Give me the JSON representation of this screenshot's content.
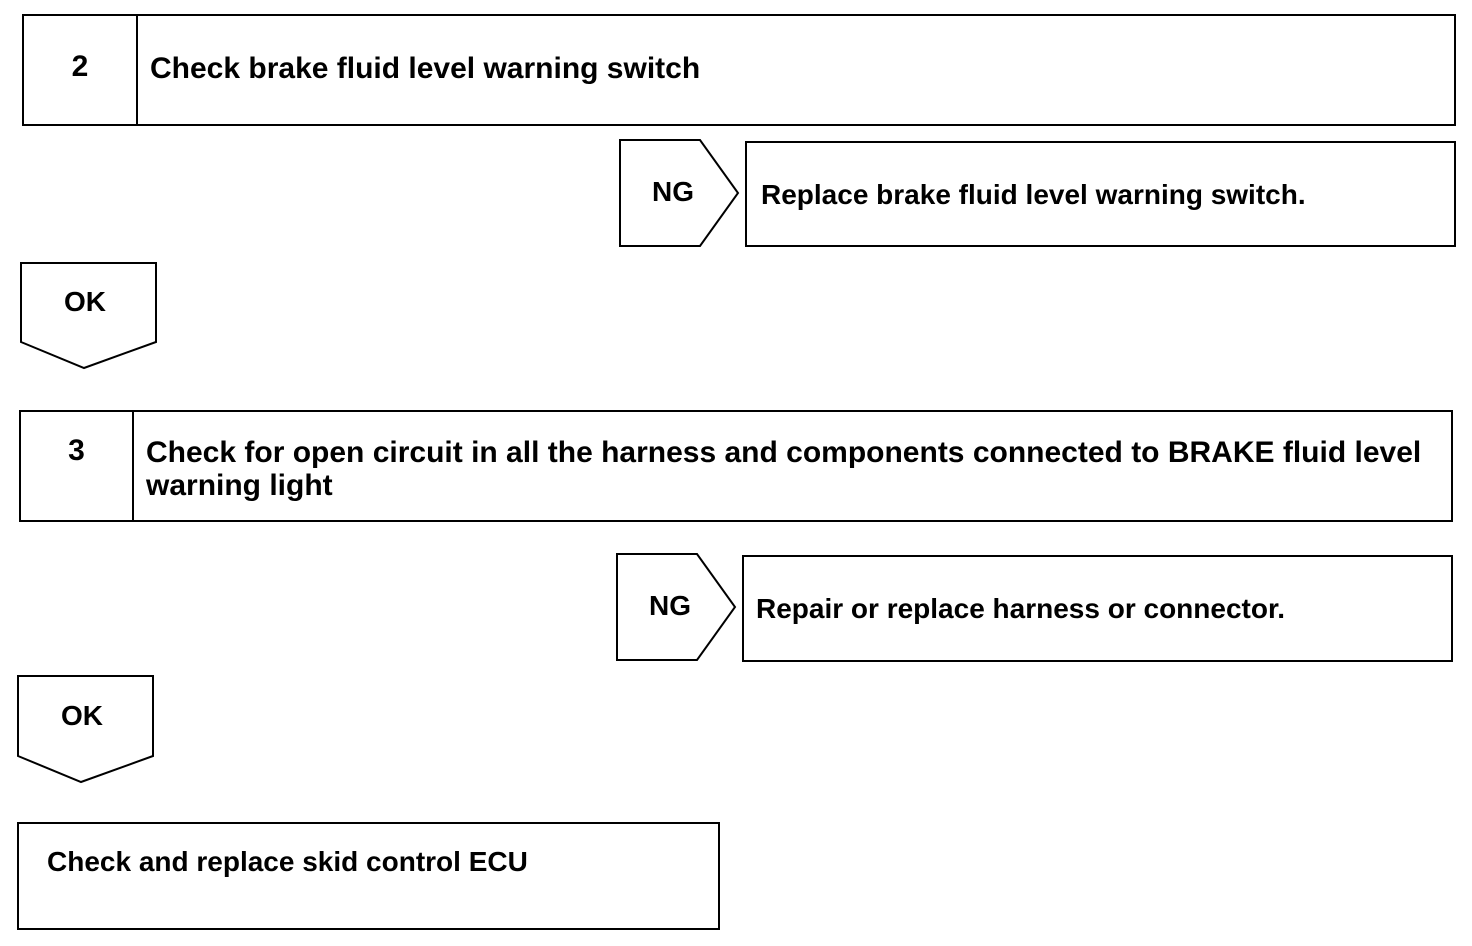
{
  "steps": [
    {
      "number": "2",
      "title": "Check brake fluid level warning switch"
    },
    {
      "number": "3",
      "title": "Check for open circuit in all the harness and components connected to BRAKE fluid level warning light"
    }
  ],
  "ng_branches": [
    {
      "label": "NG",
      "action": "Replace brake fluid level warning switch."
    },
    {
      "label": "NG",
      "action": "Repair or replace harness or connector."
    }
  ],
  "ok_arrows": [
    {
      "label": "OK"
    },
    {
      "label": "OK"
    }
  ],
  "final": {
    "action": "Check and replace skid control ECU"
  }
}
